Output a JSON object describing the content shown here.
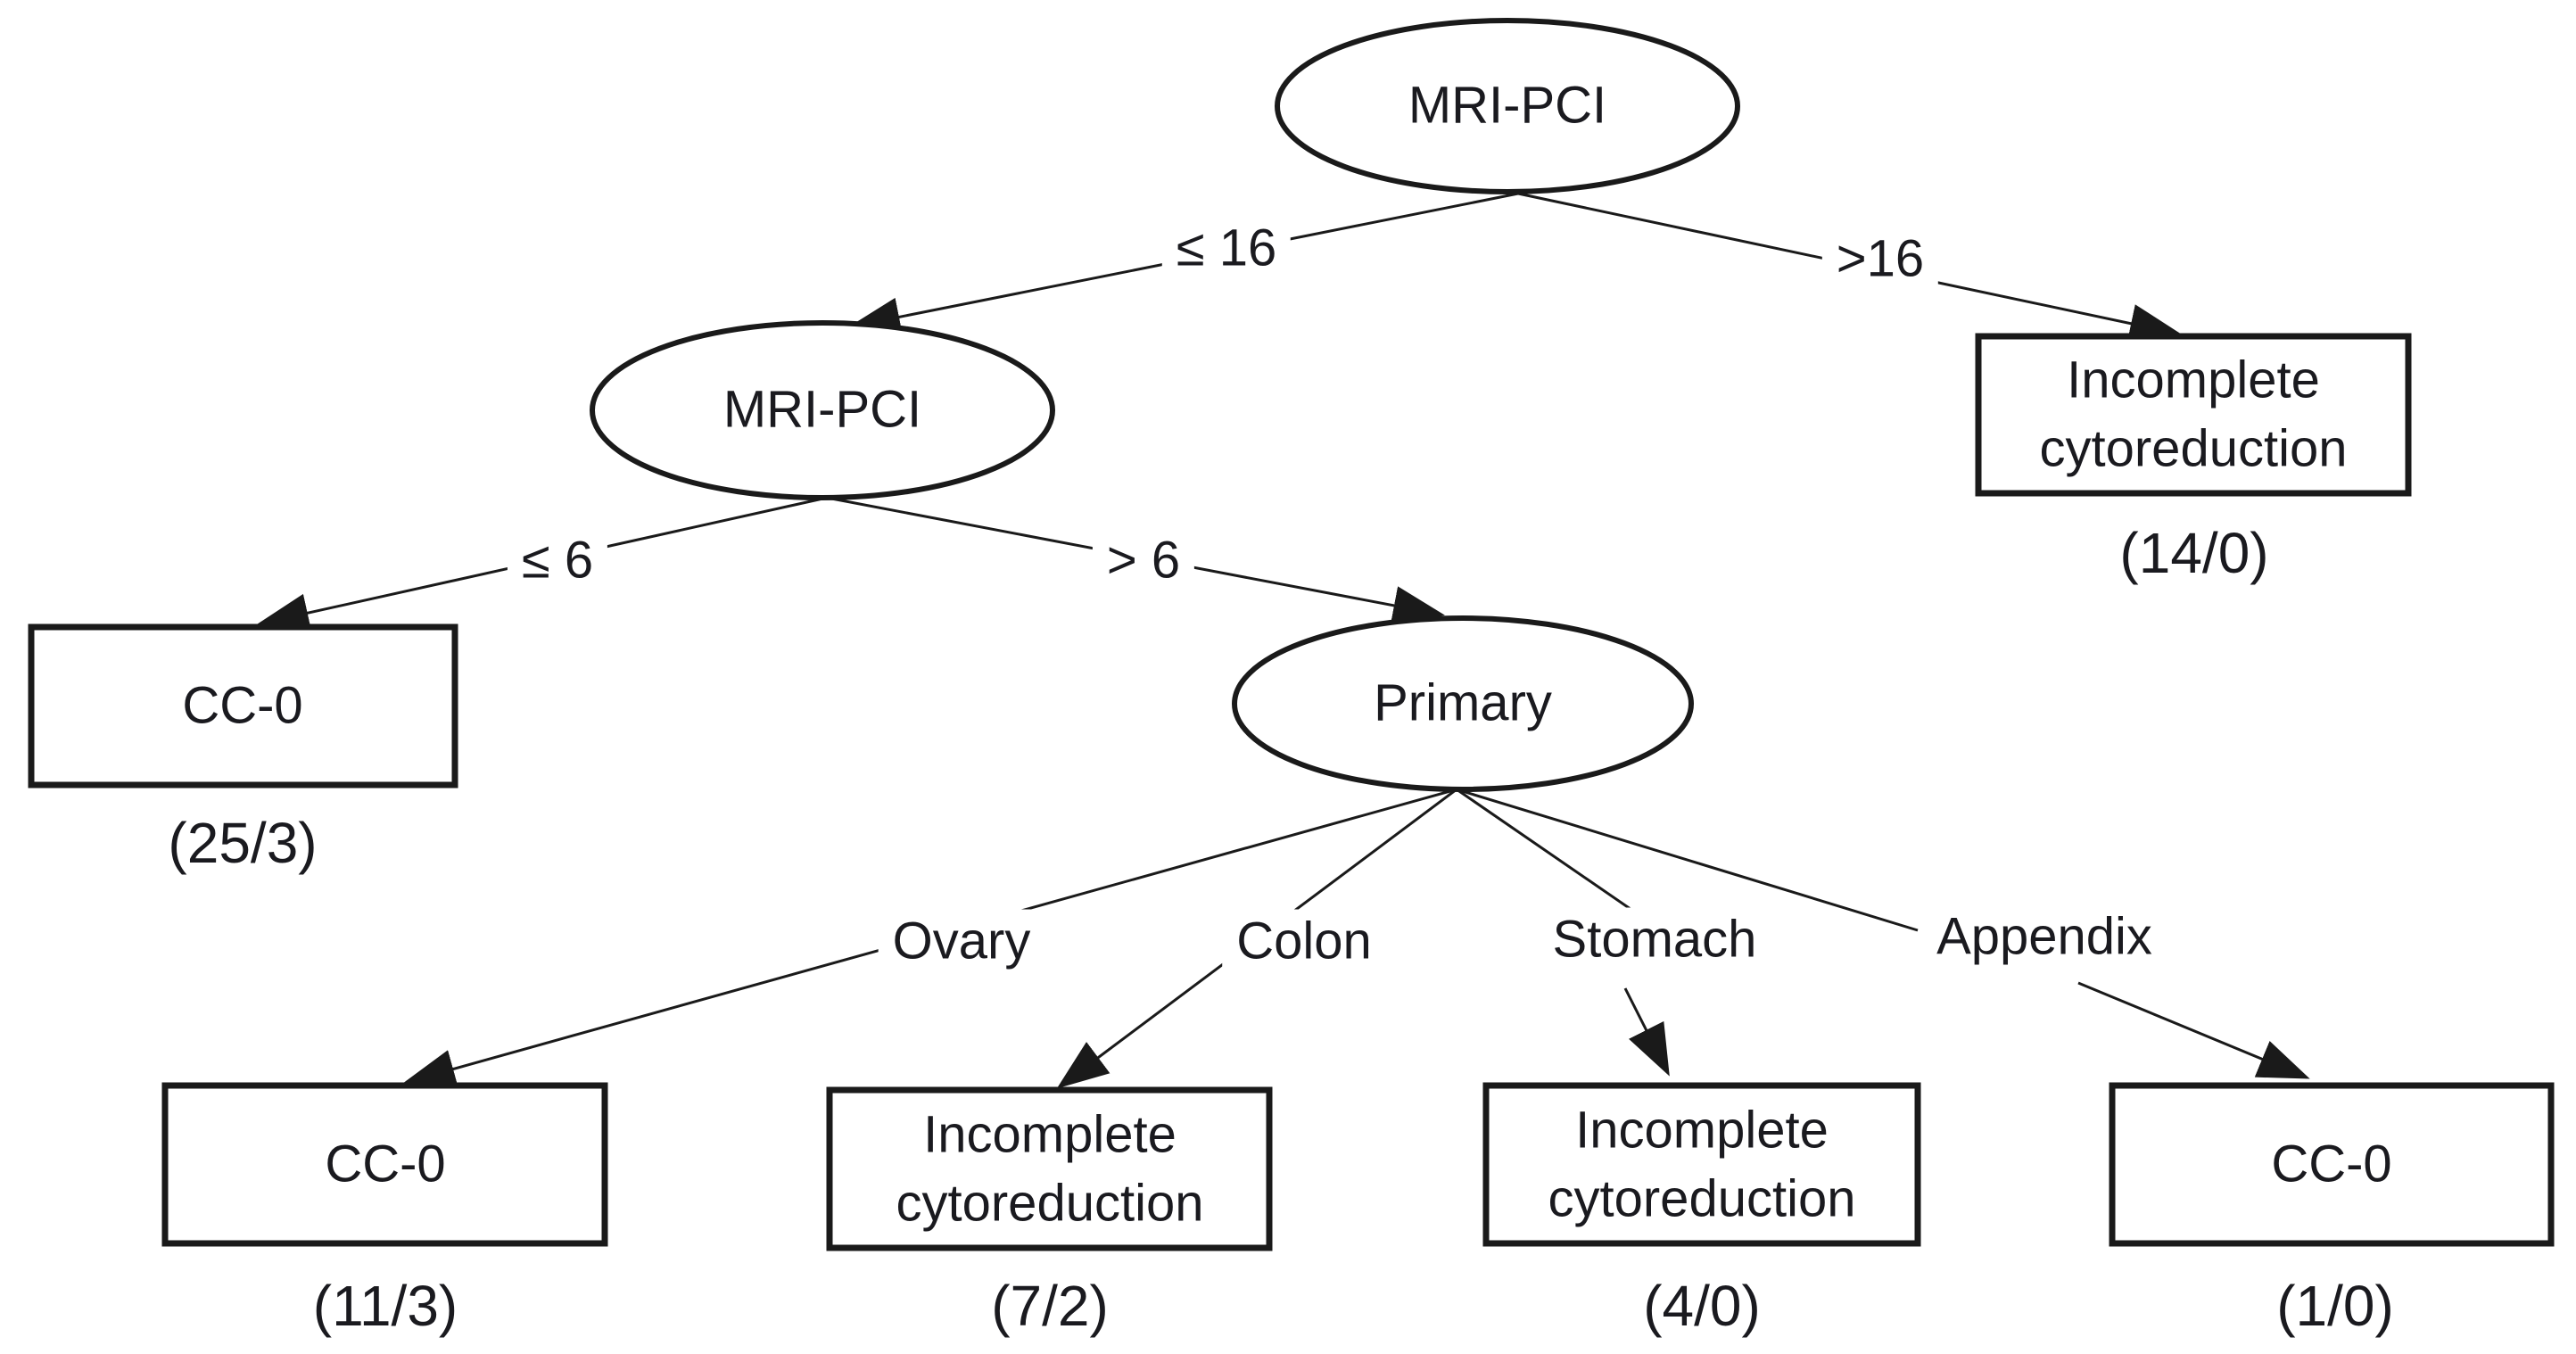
{
  "diagram": {
    "type": "decision-tree",
    "background_color": "#ffffff",
    "line_color": "#1a1a1a",
    "nodes": {
      "root": {
        "shape": "ellipse",
        "label": "MRI-PCI"
      },
      "mid": {
        "shape": "ellipse",
        "label": "MRI-PCI"
      },
      "primary": {
        "shape": "ellipse",
        "label": "Primary"
      },
      "outcome_pci_high": {
        "shape": "rect",
        "label": "Incomplete cytoreduction",
        "count": "(14/0)"
      },
      "outcome_pci_low": {
        "shape": "rect",
        "label": "CC-0",
        "count": "(25/3)"
      },
      "outcome_ovary": {
        "shape": "rect",
        "label": "CC-0",
        "count": "(11/3)"
      },
      "outcome_colon": {
        "shape": "rect",
        "label": "Incomplete cytoreduction",
        "count": "(7/2)"
      },
      "outcome_stomach": {
        "shape": "rect",
        "label": "Incomplete cytoreduction",
        "count": "(4/0)"
      },
      "outcome_appendix": {
        "shape": "rect",
        "label": "CC-0",
        "count": "(1/0)"
      }
    },
    "edges": {
      "le16": {
        "label": "≤ 16",
        "from": "root",
        "to": "mid"
      },
      "gt16": {
        "label": ">16",
        "from": "root",
        "to": "outcome_pci_high"
      },
      "le6": {
        "label": "≤ 6",
        "from": "mid",
        "to": "outcome_pci_low"
      },
      "gt6": {
        "label": "> 6",
        "from": "mid",
        "to": "primary"
      },
      "ovary": {
        "label": "Ovary",
        "from": "primary",
        "to": "outcome_ovary"
      },
      "colon": {
        "label": "Colon",
        "from": "primary",
        "to": "outcome_colon"
      },
      "stomach": {
        "label": "Stomach",
        "from": "primary",
        "to": "outcome_stomach"
      },
      "appendix": {
        "label": "Appendix",
        "from": "primary",
        "to": "outcome_appendix"
      }
    }
  }
}
